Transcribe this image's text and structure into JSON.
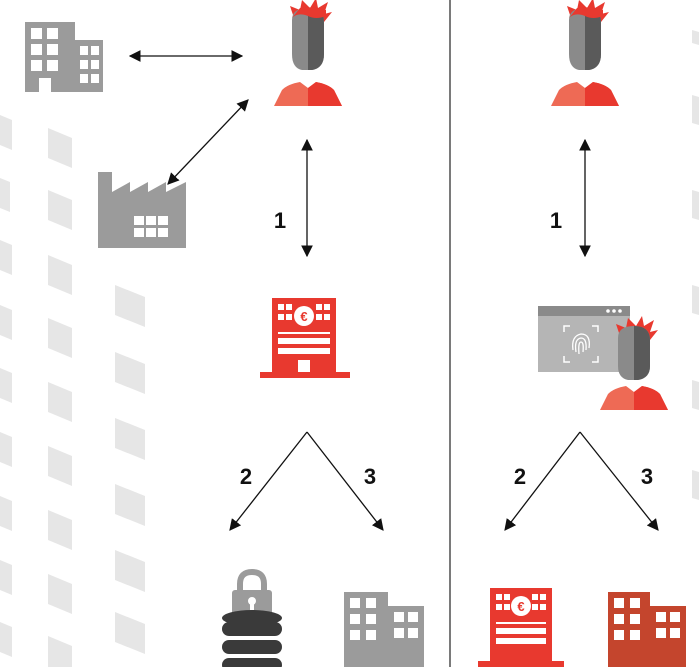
{
  "colors": {
    "gray": "#9b9b9b",
    "red": "#e8392f",
    "red_light": "#ee6a55",
    "brick": "#c4452d",
    "dark": "#3a3a3a",
    "divider": "#7a7a7a",
    "pattern": "#e6e6e6",
    "arrow": "#111111"
  },
  "left": {
    "step1": "1",
    "step2": "2",
    "step3": "3",
    "icons": [
      "building-icon",
      "factory-icon",
      "person-icon",
      "bank-icon",
      "secure-database-icon",
      "building-icon"
    ]
  },
  "right": {
    "step1": "1",
    "step2": "2",
    "step3": "3",
    "icons": [
      "person-icon",
      "biometric-verification-icon",
      "bank-icon",
      "building-icon"
    ]
  }
}
